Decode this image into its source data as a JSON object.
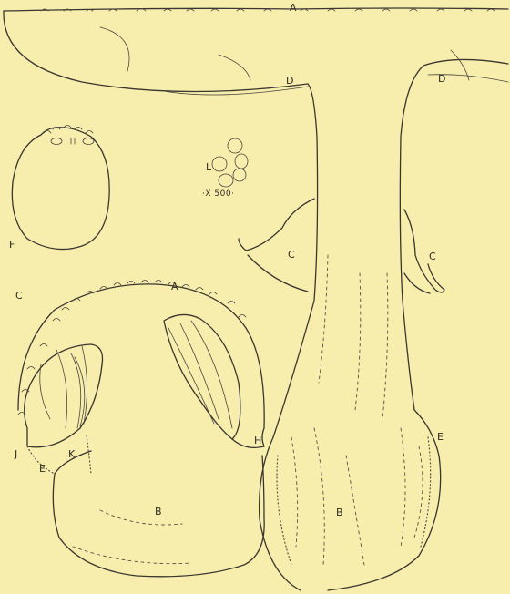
{
  "figure": {
    "labels": {
      "a_top": "A",
      "a_section": "A",
      "b_section": "B",
      "b_stem": "B",
      "c_left_ring": "C",
      "c_right_ring": "C",
      "c_section": "C",
      "d_left": "D",
      "d_right": "D",
      "e_section": "E",
      "e_stem": "E",
      "f_button": "F",
      "h_gill": "H",
      "j_gill": "J",
      "k_gill": "K",
      "l_spores": "L",
      "magnification": "·X 500·"
    }
  }
}
